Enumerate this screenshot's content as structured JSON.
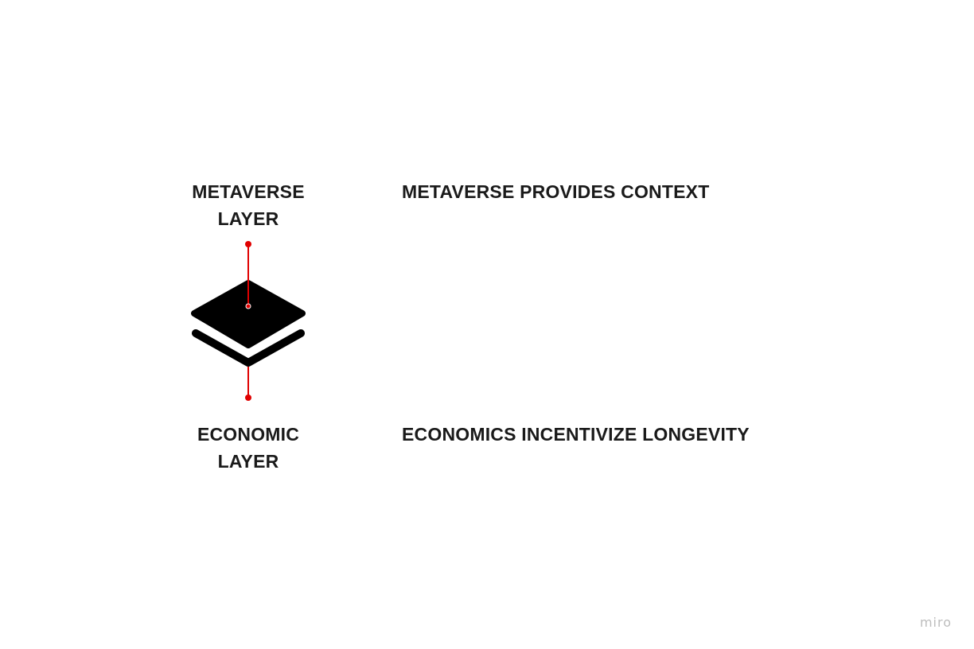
{
  "layers": {
    "top": {
      "label_line1": "METAVERSE",
      "label_line2": "LAYER",
      "description": "METAVERSE PROVIDES CONTEXT"
    },
    "bottom": {
      "label_line1": "ECONOMIC",
      "label_line2": "LAYER",
      "description": "ECONOMICS INCENTIVIZE LONGEVITY"
    }
  },
  "diagram": {
    "icon": "stacked-layers-icon",
    "connector_color": "#e00000",
    "shape_color": "#000000"
  },
  "watermark": "miro"
}
